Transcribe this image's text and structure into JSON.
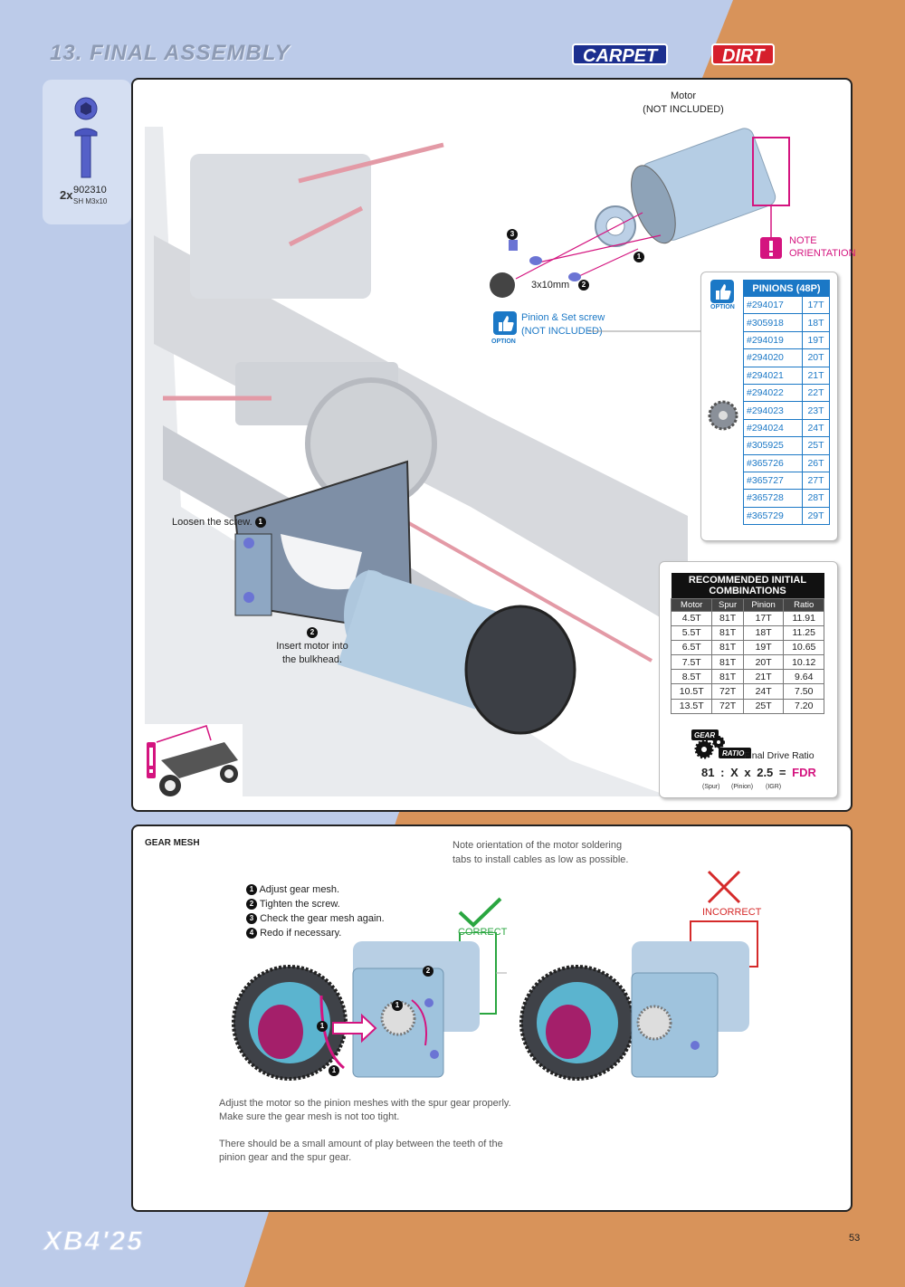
{
  "header": {
    "section_title": "13. FINAL ASSEMBLY",
    "badge_carpet": "CARPET",
    "badge_dirt": "DIRT"
  },
  "parts": {
    "qty": "2x",
    "part_no": "902310",
    "desc": "SH M3x10"
  },
  "step1": {
    "motor_label": "Motor",
    "motor_note": "(NOT INCLUDED)",
    "note_orientation_1": "NOTE",
    "note_orientation_2": "ORIENTATION",
    "screw_size": "3x10mm",
    "pinion_label": "Pinion & Set screw",
    "pinion_note": "(NOT INCLUDED)",
    "option_label": "OPTION",
    "option_label_2": "OPTION",
    "loosen": "Loosen the screw.",
    "insert_1": "Insert motor into",
    "insert_2": "the bulkhead.",
    "num_1": "1",
    "num_2": "2",
    "num_3": "3"
  },
  "pinions": {
    "title": "PINIONS (48P)",
    "rows": [
      [
        "#294017",
        "17T"
      ],
      [
        "#305918",
        "18T"
      ],
      [
        "#294019",
        "19T"
      ],
      [
        "#294020",
        "20T"
      ],
      [
        "#294021",
        "21T"
      ],
      [
        "#294022",
        "22T"
      ],
      [
        "#294023",
        "23T"
      ],
      [
        "#294024",
        "24T"
      ],
      [
        "#305925",
        "25T"
      ],
      [
        "#365726",
        "26T"
      ],
      [
        "#365727",
        "27T"
      ],
      [
        "#365728",
        "28T"
      ],
      [
        "#365729",
        "29T"
      ]
    ]
  },
  "combos": {
    "title_1": "RECOMMENDED INITIAL",
    "title_2": "COMBINATIONS",
    "cols": [
      "Motor",
      "Spur",
      "Pinion",
      "Ratio"
    ],
    "rows": [
      [
        "4.5T",
        "81T",
        "17T",
        "11.91"
      ],
      [
        "5.5T",
        "81T",
        "18T",
        "11.25"
      ],
      [
        "6.5T",
        "81T",
        "19T",
        "10.65"
      ],
      [
        "7.5T",
        "81T",
        "20T",
        "10.12"
      ],
      [
        "8.5T",
        "81T",
        "21T",
        "9.64"
      ],
      [
        "10.5T",
        "72T",
        "24T",
        "7.50"
      ],
      [
        "13.5T",
        "72T",
        "25T",
        "7.20"
      ]
    ],
    "gear_1": "GEAR",
    "gear_2": "RATIO",
    "fdr_label": "Final Drive Ratio",
    "f_81": "81",
    "f_colon": ":",
    "f_x": "X",
    "f_times": "x",
    "f_igr": "2.5",
    "f_eq": "=",
    "f_fdr": "FDR",
    "sub_spur": "(Spur)",
    "sub_pinion": "(Pinion)",
    "sub_igr": "(IGR)"
  },
  "gearmesh": {
    "title": "GEAR MESH",
    "note_1": "Note orientation of the motor soldering",
    "note_2": "tabs to install cables as low as possible.",
    "steps": [
      {
        "n": "1",
        "text": "Adjust gear mesh."
      },
      {
        "n": "2",
        "text": "Tighten the screw."
      },
      {
        "n": "3",
        "text": "Check the gear mesh again."
      },
      {
        "n": "4",
        "text": "Redo if necessary."
      }
    ],
    "correct": "CORRECT",
    "incorrect": "INCORRECT",
    "desc_1": "Adjust the motor so the pinion meshes with the spur gear properly.",
    "desc_2": "Make sure the gear mesh is not too tight.",
    "desc_3": "There should be a small amount of play between the teeth of the",
    "desc_4": "pinion gear and the spur gear."
  },
  "footer": {
    "logo": "XB4'25",
    "page": "53"
  },
  "colors": {
    "bg_blue": "#bccbe9",
    "bg_orange": "#d8935a",
    "accent_magenta": "#d4147f",
    "accent_blue": "#1b78c6",
    "correct_green": "#2aa640",
    "incorrect_red": "#d52a2a"
  }
}
